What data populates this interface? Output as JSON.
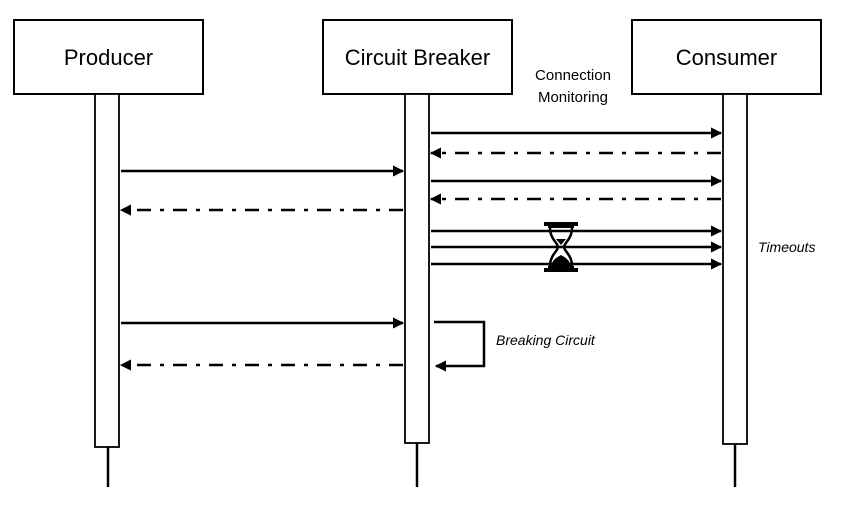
{
  "diagram": {
    "type": "sequence-diagram",
    "participants": [
      {
        "id": "producer",
        "label": "Producer"
      },
      {
        "id": "breaker",
        "label": "Circuit Breaker"
      },
      {
        "id": "consumer",
        "label": "Consumer"
      }
    ],
    "annotations": {
      "connection_monitoring": [
        "Connection",
        "Monitoring"
      ],
      "timeouts": "Timeouts",
      "breaking_circuit": "Breaking Circuit"
    },
    "messages": [
      {
        "from": "breaker",
        "to": "consumer",
        "style": "solid",
        "group": "monitoring"
      },
      {
        "from": "consumer",
        "to": "breaker",
        "style": "dash-dot",
        "group": "monitoring"
      },
      {
        "from": "producer",
        "to": "breaker",
        "style": "solid",
        "group": "request"
      },
      {
        "from": "breaker",
        "to": "consumer",
        "style": "solid",
        "group": "forward"
      },
      {
        "from": "consumer",
        "to": "breaker",
        "style": "dash-dot",
        "group": "forward"
      },
      {
        "from": "breaker",
        "to": "producer",
        "style": "dash-dot",
        "group": "request"
      },
      {
        "from": "breaker",
        "to": "consumer",
        "style": "solid",
        "group": "timeouts"
      },
      {
        "from": "breaker",
        "to": "consumer",
        "style": "solid",
        "group": "timeouts"
      },
      {
        "from": "breaker",
        "to": "consumer",
        "style": "solid",
        "group": "timeouts"
      },
      {
        "from": "producer",
        "to": "breaker",
        "style": "solid",
        "group": "broken"
      },
      {
        "from": "breaker",
        "to": "breaker",
        "style": "solid",
        "group": "broken-self"
      },
      {
        "from": "breaker",
        "to": "producer",
        "style": "dash-dot",
        "group": "broken"
      }
    ],
    "icons": [
      "hourglass-icon"
    ],
    "colors": {
      "stroke": "#000000",
      "background": "#ffffff"
    }
  }
}
